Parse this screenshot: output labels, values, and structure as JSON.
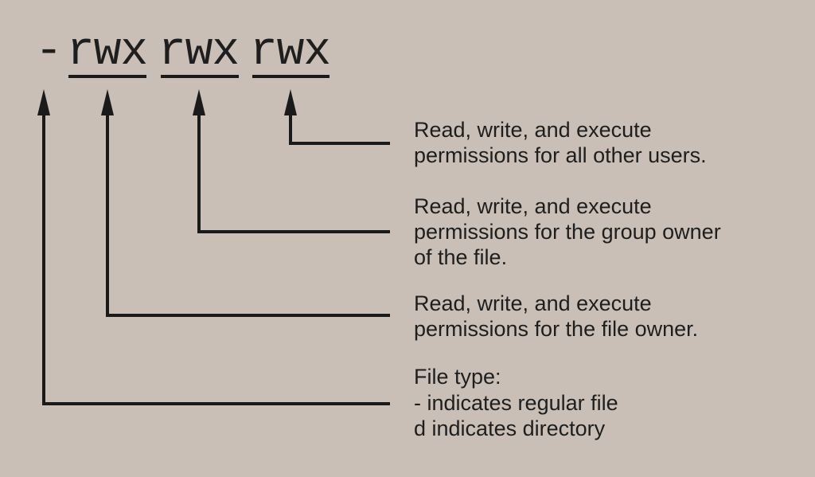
{
  "permission_string": {
    "file_type": "-",
    "owner": "rwx",
    "group": "rwx",
    "others": "rwx"
  },
  "annotations": {
    "others": [
      "Read, write, and execute",
      "permissions for all other users."
    ],
    "group": [
      "Read, write, and execute",
      "permissions for the group owner",
      "of the file."
    ],
    "owner": [
      "Read, write, and execute",
      "permissions for the file owner."
    ],
    "file_type": [
      "File type:",
      "- indicates regular file",
      "d indicates directory"
    ]
  },
  "colors": {
    "background": "#c9bfb6",
    "ink": "#1e1e1e"
  }
}
